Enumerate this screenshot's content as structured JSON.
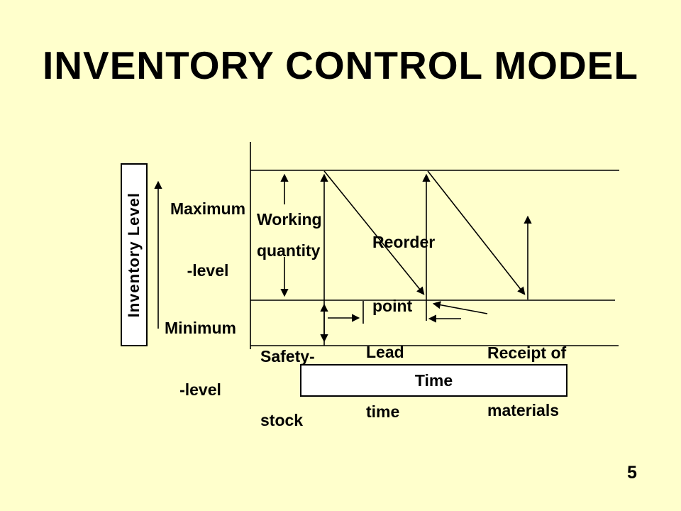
{
  "slide": {
    "title": "INVENTORY CONTROL MODEL",
    "page_number": "5"
  },
  "colors": {
    "background": "#FFFFCC",
    "line": "#000000",
    "box_fill": "#FFFFFF",
    "text": "#000000"
  },
  "diagram": {
    "y_axis_label": "Inventory Level",
    "x_axis_label": "Time",
    "labels": {
      "maximum": [
        "Maximum",
        "-level"
      ],
      "minimum": [
        "Minimum",
        "-level"
      ],
      "working": [
        "Working",
        "quantity"
      ],
      "safety": [
        "Safety-",
        "stock"
      ],
      "reorder": [
        "Reorder",
        "point"
      ],
      "lead": [
        "Lead",
        "time"
      ],
      "receipt": [
        "Receipt of",
        "materials"
      ]
    }
  }
}
